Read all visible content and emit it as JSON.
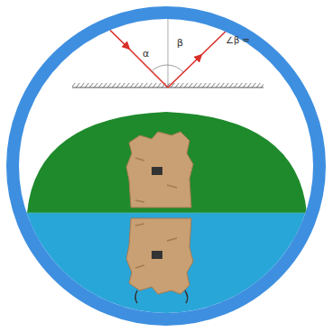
{
  "diagram": {
    "labels": [
      "α",
      "β",
      "∠β ="
    ]
  }
}
